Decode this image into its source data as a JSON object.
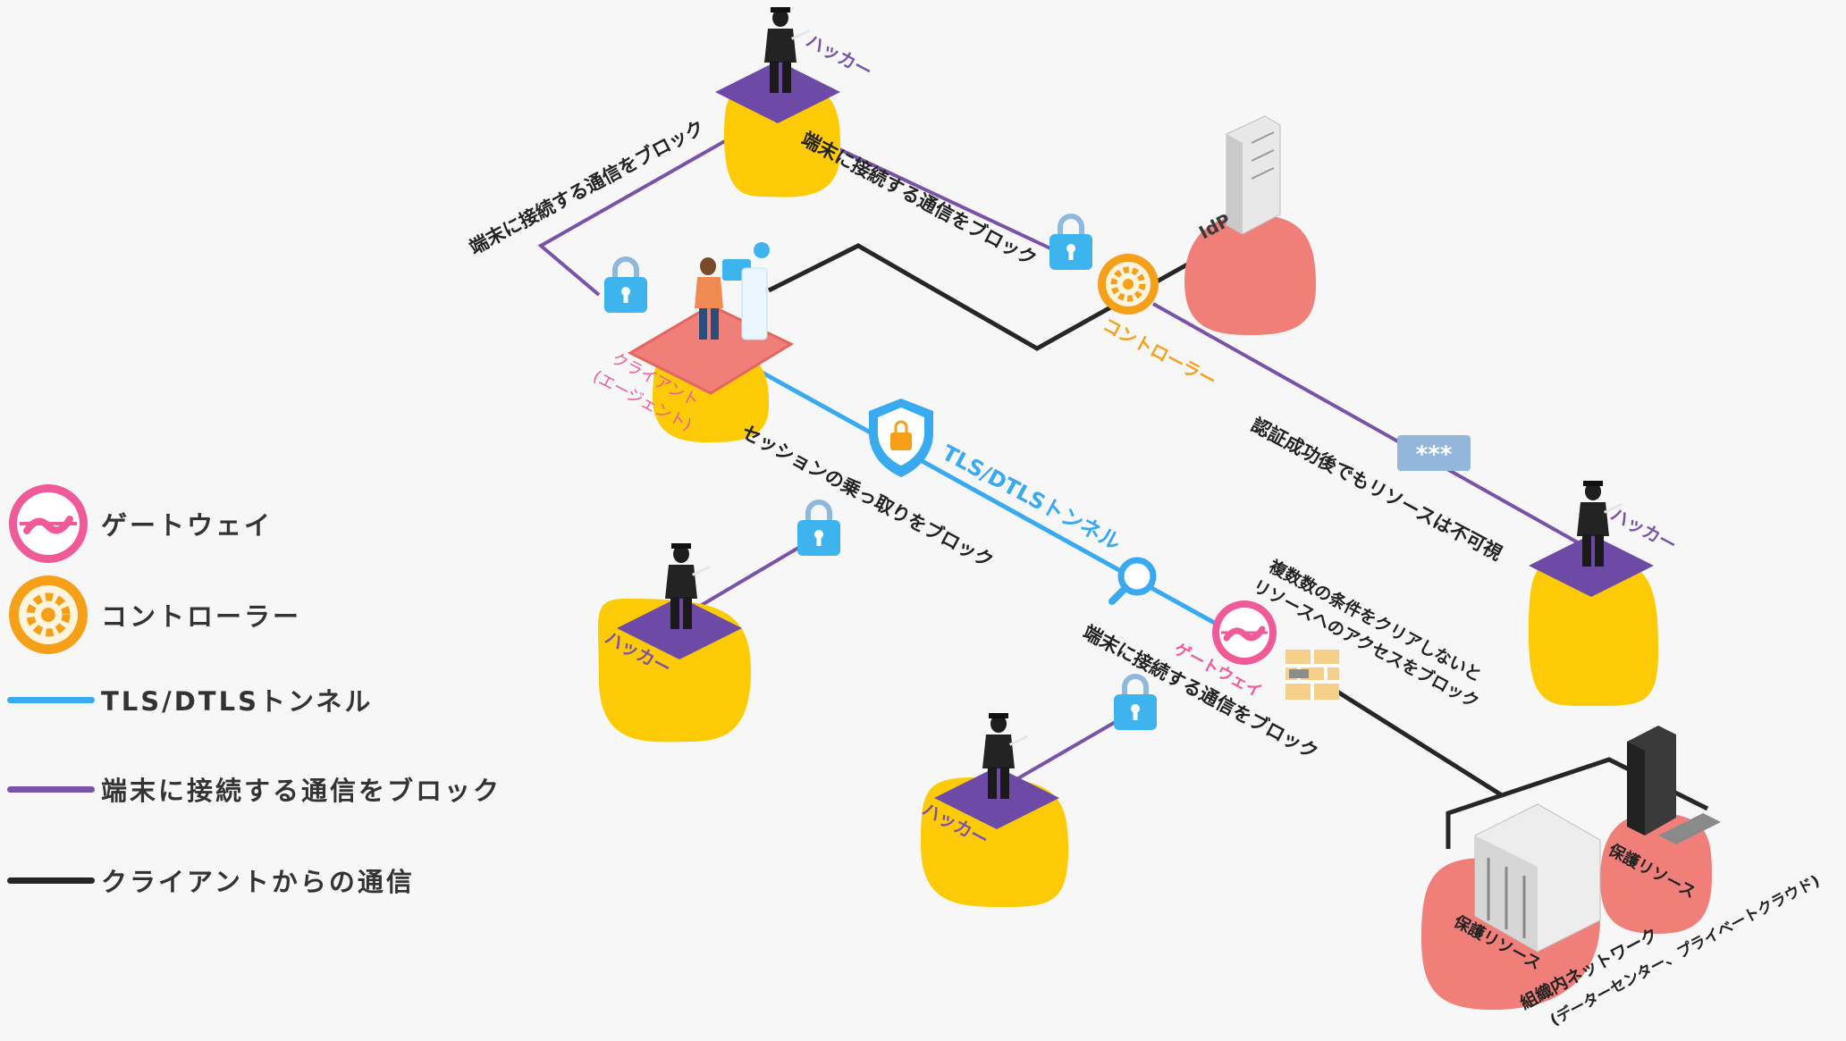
{
  "legend": {
    "gateway": "ゲートウェイ",
    "controller": "コントローラー",
    "tunnel": "TLS/DTLSトンネル",
    "block": "端末に接続する通信をブロック",
    "client_comm": "クライアントからの通信"
  },
  "colors": {
    "tunnel": "#39a9f0",
    "block": "#7a52a8",
    "client_comm": "#262626",
    "gateway": "#f05a98",
    "controller": "#f6a01a",
    "yellow_blob": "#fccb05",
    "red_blob": "#f07f7a",
    "platform_purple": "#6c4aa6",
    "lock_blue": "#3db4ee"
  },
  "labels": {
    "hacker": "ハッカー",
    "client": "クライアント",
    "agent": "(エージェント)",
    "idp": "IdP",
    "controller": "コントローラー",
    "gateway": "ゲートウェイ",
    "tunnel": "TLS/DTLSトンネル",
    "block_top_left": "端末に接続する通信をブロック",
    "block_top_mid": "端末に接続する通信をブロック",
    "block_bottom": "端末に接続する通信をブロック",
    "session_block": "セッションの乗っ取りをブロック",
    "auth_invisible": "認証成功後でもリソースは不可視",
    "multi_cond_1": "複数数の条件をクリアしないと",
    "multi_cond_2": "リソースへのアクセスをブロック",
    "protected_resource": "保護リソース",
    "network_1": "組織内ネットワーク",
    "network_2": "(データーセンター、プライベートクラウド)",
    "password_mask": "***"
  }
}
